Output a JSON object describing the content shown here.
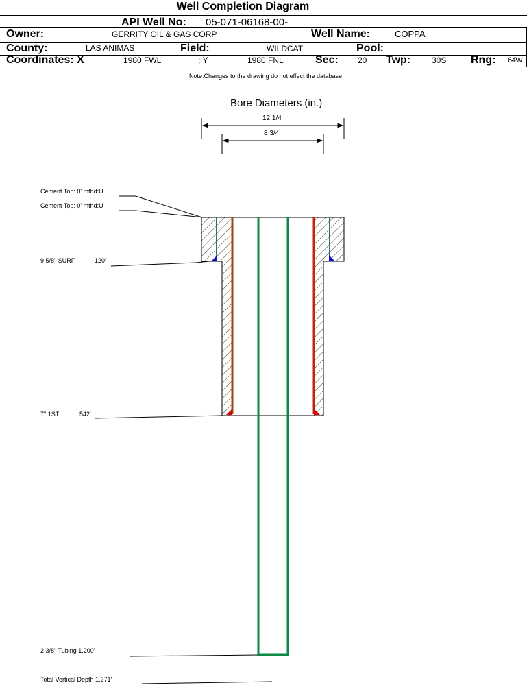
{
  "header": {
    "title": "Well Completion Diagram",
    "api_label": "API Well No:",
    "api_value": "05-071-06168-00-",
    "owner_label": "Owner:",
    "owner_value": "GERRITY OIL & GAS CORP",
    "well_name_label": "Well Name:",
    "well_name_value": "COPPA",
    "county_label": "County:",
    "county_value": "LAS ANIMAS",
    "field_label": "Field:",
    "field_value": "WILDCAT",
    "pool_label": "Pool:",
    "pool_value": "",
    "coord_x_label": "Coordinates: X",
    "coord_x_value": "1980 FWL",
    "coord_y_label": "; Y",
    "coord_y_value": "1980 FNL",
    "sec_label": "Sec:",
    "sec_value": "20",
    "twp_label": "Twp:",
    "twp_value": "30S",
    "rng_label": "Rng:",
    "rng_value": "64W"
  },
  "note": "Note:Changes to the drawing do not effect the database",
  "bore": {
    "title": "Bore Diameters (in.)",
    "outer": "12 1/4",
    "inner": "8 3/4"
  },
  "annotations": {
    "cement_top_1": "Cement Top: 0' mthd:U",
    "cement_top_2": "Cement Top: 0' mthd:U",
    "surf_name": "9 5/8\" SURF",
    "surf_depth": "120'",
    "first_name": "7\" 1ST",
    "first_depth": "542'",
    "tubing": "2 3/8\" Tubing 1,200'",
    "tvd": "Total Vertical Depth 1,271'"
  },
  "colors": {
    "tubing": "#0b8a45",
    "casing_surf": "#1a7a78",
    "casing_first_left": "#9a4a0b",
    "casing_first_right": "#cc2200",
    "shoe_blue": "#1010cc",
    "shoe_red": "#dd0000"
  }
}
